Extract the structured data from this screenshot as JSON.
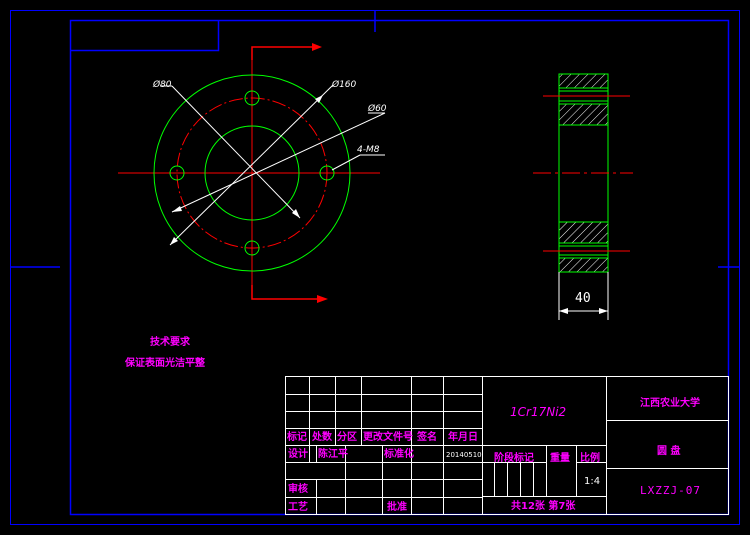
{
  "colors": {
    "background": "#000000",
    "frame": "#0000ff",
    "outline": "#00ff00",
    "centerline": "#ff0000",
    "dimension": "#ffffff",
    "text": "#ff00ff",
    "table": "#ffffff"
  },
  "front_view": {
    "dims": {
      "outer": "Ø80",
      "pcd": "Ø160",
      "inner": "Ø60",
      "holes": "4-M8"
    }
  },
  "side_view": {
    "thickness": "40"
  },
  "tech_requirements": {
    "title": "技术要求",
    "line1": "保证表面光洁平整"
  },
  "title_block": {
    "material": "1Cr17Ni2",
    "school": "江西农业大学",
    "part_name": "圆 盘",
    "drawing_no": "LXZZJ-07",
    "header": [
      "标记",
      "处数",
      "分区",
      "更改文件号",
      "签名",
      "年月日"
    ],
    "designer_label": "设计",
    "designer": "陈江平",
    "standardized": "标准化",
    "date": "20140510",
    "checker": "审核",
    "process": "工艺",
    "approve": "批准",
    "stage_mark": "阶段标记",
    "weight": "重量",
    "scale": "比例",
    "scale_value": "1:4",
    "sheets": "共12张 第7张"
  }
}
